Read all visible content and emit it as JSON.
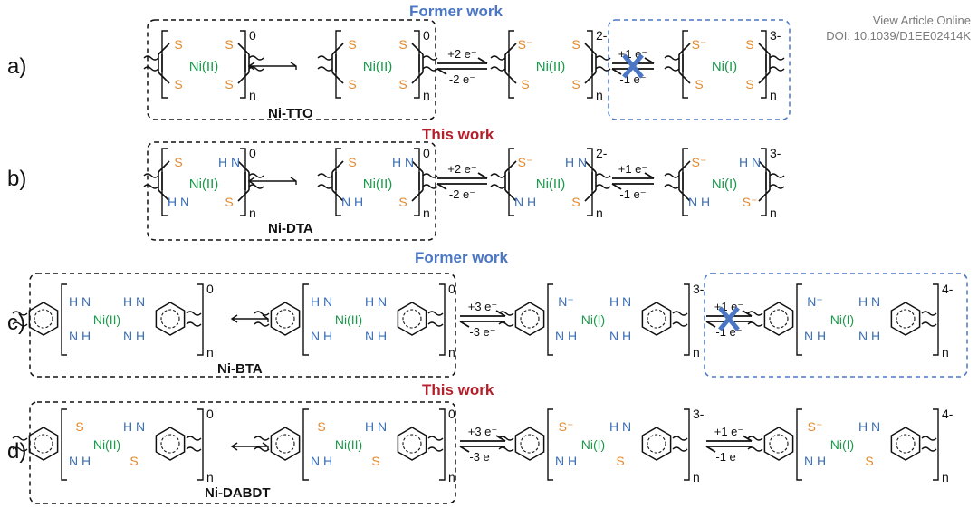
{
  "article": {
    "line1": "View Article Online",
    "line2": "DOI: 10.1039/D1EE02414K"
  },
  "rows": [
    {
      "letter": "a)",
      "header": "Former work",
      "name": "Ni-TTO",
      "box_charges": [
        "0",
        "0"
      ],
      "step1_top": "+2 e⁻",
      "step1_bottom": "-2 e⁻",
      "product1_charge": "2-",
      "step2_top": "+1 e⁻",
      "step2_bottom": "-1 e⁻",
      "product2_charge": "3-",
      "step2_blocked": true,
      "struct1": {
        "metal": "Ni(II)",
        "tl": "S",
        "bl": "S",
        "tr": "S",
        "br": "S"
      },
      "struct2": {
        "metal": "Ni(II)",
        "tl": "S",
        "bl": "S",
        "tr": "S",
        "br": "S"
      },
      "struct3": {
        "metal": "Ni(II)",
        "tl": "S⁻",
        "bl": "S",
        "tr": "S",
        "br": "S"
      },
      "struct4": {
        "metal": "Ni(I)",
        "tl": "S⁻",
        "bl": "S",
        "tr": "S",
        "br": "S"
      }
    },
    {
      "letter": "b)",
      "header": "This work",
      "name": "Ni-DTA",
      "box_charges": [
        "0",
        "0"
      ],
      "step1_top": "+2 e⁻",
      "step1_bottom": "-2 e⁻",
      "product1_charge": "2-",
      "step2_top": "+1 e⁻",
      "step2_bottom": "-1 e⁻",
      "product2_charge": "3-",
      "step2_blocked": false,
      "struct1": {
        "metal": "Ni(II)",
        "tl": "S",
        "bl": "H N",
        "tr": "H N",
        "br": "S"
      },
      "struct2": {
        "metal": "Ni(II)",
        "tl": "S",
        "bl": "N H",
        "tr": "H N",
        "br": "S"
      },
      "struct3": {
        "metal": "Ni(II)",
        "tl": "S⁻",
        "bl": "N H",
        "tr": "H N",
        "br": "S"
      },
      "struct4": {
        "metal": "Ni(I)",
        "tl": "S⁻",
        "bl": "N H",
        "tr": "H N",
        "br": "S⁻"
      }
    },
    {
      "letter": "c)",
      "header": "Former work",
      "name": "Ni-BTA",
      "box_charges": [
        "0",
        "0"
      ],
      "step1_top": "+3 e⁻",
      "step1_bottom": "-3 e⁻",
      "product1_charge": "3-",
      "step2_top": "+1 e⁻",
      "step2_bottom": "-1 e⁻",
      "product2_charge": "4-",
      "step2_blocked": true,
      "struct1": {
        "metal": "Ni(II)",
        "tl": "H N",
        "bl": "N H",
        "tr": "H N",
        "br": "N H"
      },
      "struct2": {
        "metal": "Ni(II)",
        "tl": "H N",
        "bl": "N H",
        "tr": "H N",
        "br": "N H"
      },
      "struct3": {
        "metal": "Ni(I)",
        "tl": "N⁻",
        "bl": "N H",
        "tr": "H N",
        "br": "N H"
      },
      "struct4": {
        "metal": "Ni(I)",
        "tl": "N⁻",
        "bl": "N H",
        "tr": "H N",
        "br": "N H"
      }
    },
    {
      "letter": "d)",
      "header": "This work",
      "name": "Ni-DABDT",
      "box_charges": [
        "0",
        "0"
      ],
      "step1_top": "+3 e⁻",
      "step1_bottom": "-3 e⁻",
      "product1_charge": "3-",
      "step2_top": "+1 e⁻",
      "step2_bottom": "-1 e⁻",
      "product2_charge": "4-",
      "step2_blocked": false,
      "struct1": {
        "metal": "Ni(II)",
        "tl": "S",
        "bl": "N H",
        "tr": "H N",
        "br": "S"
      },
      "struct2": {
        "metal": "Ni(II)",
        "tl": "S",
        "bl": "N H",
        "tr": "H N",
        "br": "S"
      },
      "struct3": {
        "metal": "Ni(I)",
        "tl": "S⁻",
        "bl": "N H",
        "tr": "H N",
        "br": "S"
      },
      "struct4": {
        "metal": "Ni(I)",
        "tl": "S⁻",
        "bl": "N H",
        "tr": "H N",
        "br": "S"
      }
    }
  ],
  "colors": {
    "sulfur": "#e48a2e",
    "nitrogen": "#3b6fb6",
    "nickel": "#1a9a4a",
    "former": "#4a76c4",
    "current": "#b41f2b",
    "blocked_x": "#4a76c4"
  },
  "icons": {
    "resonance": "double-headed-arrow-icon",
    "equilibrium": "equilibrium-arrows-icon",
    "blocked": "blocked-x-icon"
  }
}
